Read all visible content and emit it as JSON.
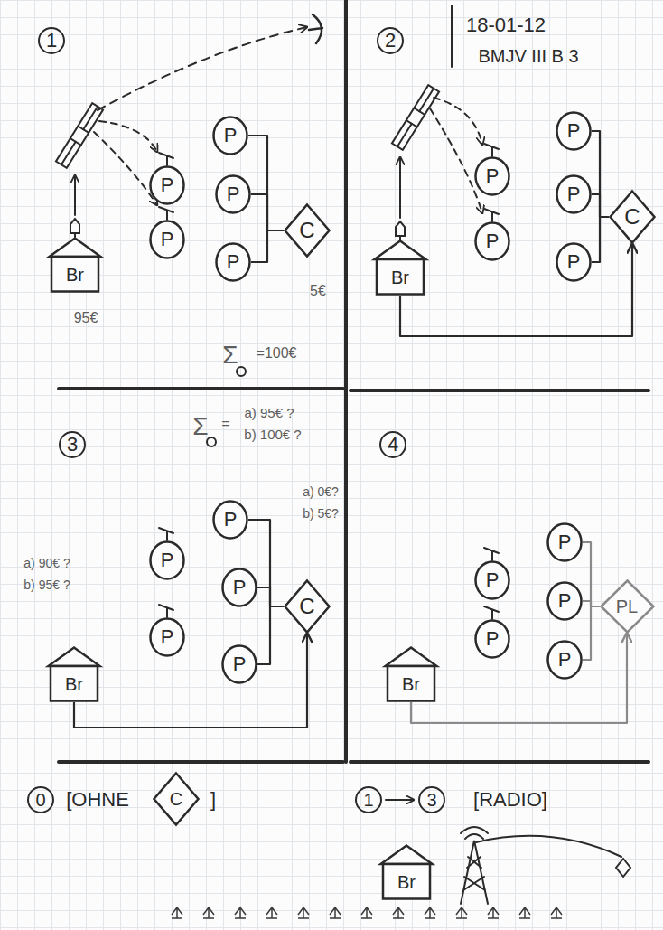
{
  "diagram": {
    "nodes": [
      {
        "text": [
          "Br"
        ]
      },
      {
        "text": [
          "P"
        ]
      },
      {
        "text": [
          "P"
        ]
      },
      {
        "text": [
          "P"
        ]
      },
      {
        "text": [
          "P"
        ]
      },
      {
        "text": [
          "P"
        ]
      },
      {
        "text": [
          "C"
        ]
      },
      {
        "text": [
          "Br"
        ]
      },
      {
        "text": [
          "P"
        ]
      },
      {
        "text": [
          "P"
        ]
      },
      {
        "text": [
          "P"
        ]
      },
      {
        "text": [
          "P"
        ]
      },
      {
        "text": [
          "P"
        ]
      },
      {
        "text": [
          "C"
        ]
      },
      {
        "text": [
          "Br"
        ]
      },
      {
        "text": [
          "P"
        ]
      },
      {
        "text": [
          "P"
        ]
      },
      {
        "text": [
          "P"
        ]
      },
      {
        "text": [
          "P"
        ]
      },
      {
        "text": [
          "P"
        ]
      },
      {
        "text": [
          "C"
        ]
      },
      {
        "text": [
          "Br"
        ]
      },
      {
        "text": [
          "P"
        ]
      },
      {
        "text": [
          "P"
        ]
      },
      {
        "text": [
          "P"
        ]
      },
      {
        "text": [
          "P"
        ]
      },
      {
        "text": [
          "P"
        ]
      },
      {
        "text": [
          "PL"
        ]
      },
      {
        "text": [
          "C"
        ]
      },
      {
        "text": [
          "Br"
        ]
      }
    ],
    "edges": [
      {
        "from": 3,
        "to": 6,
        "arrow": "none"
      },
      {
        "from": 4,
        "to": 6,
        "arrow": "none"
      },
      {
        "from": 5,
        "to": 6,
        "arrow": "none"
      },
      {
        "from": 10,
        "to": 13,
        "arrow": "none"
      },
      {
        "from": 11,
        "to": 13,
        "arrow": "none"
      },
      {
        "from": 12,
        "to": 13,
        "arrow": "none"
      },
      {
        "from": 7,
        "to": 13,
        "arrow": "to"
      },
      {
        "from": 17,
        "to": 20,
        "arrow": "none"
      },
      {
        "from": 18,
        "to": 20,
        "arrow": "none"
      },
      {
        "from": 19,
        "to": 20,
        "arrow": "none"
      },
      {
        "from": 14,
        "to": 20,
        "arrow": "to"
      },
      {
        "from": 24,
        "to": 27,
        "arrow": "none"
      },
      {
        "from": 25,
        "to": 27,
        "arrow": "none"
      },
      {
        "from": 26,
        "to": 27,
        "arrow": "none"
      },
      {
        "from": 21,
        "to": 27,
        "arrow": "to"
      }
    ],
    "labels": [
      "1",
      "95€",
      "5€",
      "Σ",
      "=100€",
      "2",
      "18-01-12",
      "BMJV III B 3",
      "Σ",
      "=",
      "a) 95€ ?",
      "b) 100€ ?",
      "3",
      "a) 90€ ?",
      "b) 95€ ?",
      "a) 0€?",
      "b) 5€?",
      "4",
      "0",
      "[OHNE",
      "]",
      "1",
      "3",
      "[RADIO]"
    ]
  }
}
